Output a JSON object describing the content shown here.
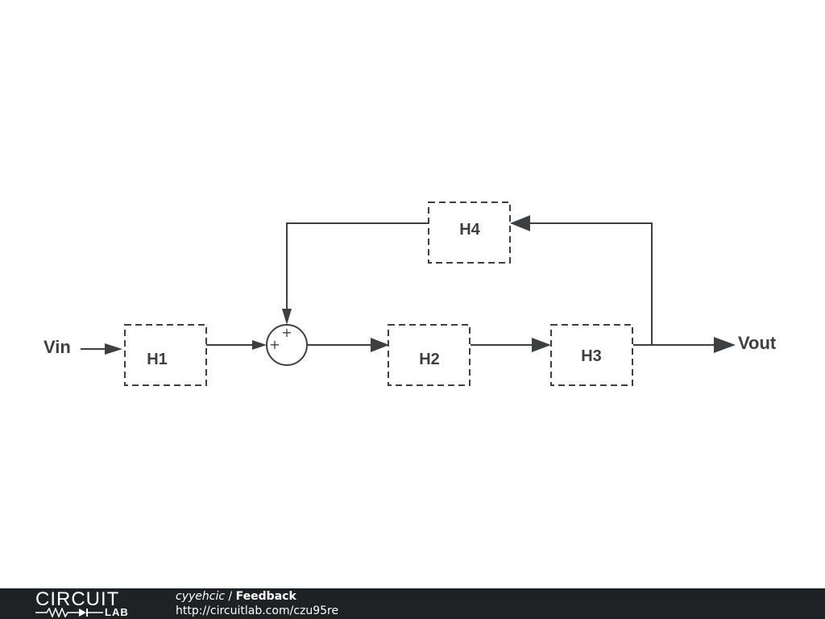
{
  "diagram": {
    "input_label": "Vin",
    "output_label": "Vout",
    "blocks": [
      {
        "id": "H1",
        "label": "H1"
      },
      {
        "id": "H2",
        "label": "H2"
      },
      {
        "id": "H3",
        "label": "H3"
      },
      {
        "id": "H4",
        "label": "H4"
      }
    ],
    "summer": {
      "feedback_sign": "+",
      "forward_sign": "+"
    },
    "connections": [
      {
        "from": "Vin",
        "to": "H1"
      },
      {
        "from": "H1",
        "to": "summer"
      },
      {
        "from": "summer",
        "to": "H2"
      },
      {
        "from": "H2",
        "to": "H3"
      },
      {
        "from": "H3",
        "to": "Vout"
      },
      {
        "from": "H3",
        "to": "H4"
      },
      {
        "from": "H4",
        "to": "summer"
      }
    ],
    "colors": {
      "stroke": "#3c4043",
      "background": "#ffffff"
    }
  },
  "footer": {
    "logo_top": "CIRCUIT",
    "logo_bottom": "LAB",
    "author": "cyyehcic",
    "separator": " / ",
    "title": "Feedback",
    "url": "http://circuitlab.com/czu95re",
    "colors": {
      "background": "#1f2224",
      "text": "#ffffff"
    }
  }
}
